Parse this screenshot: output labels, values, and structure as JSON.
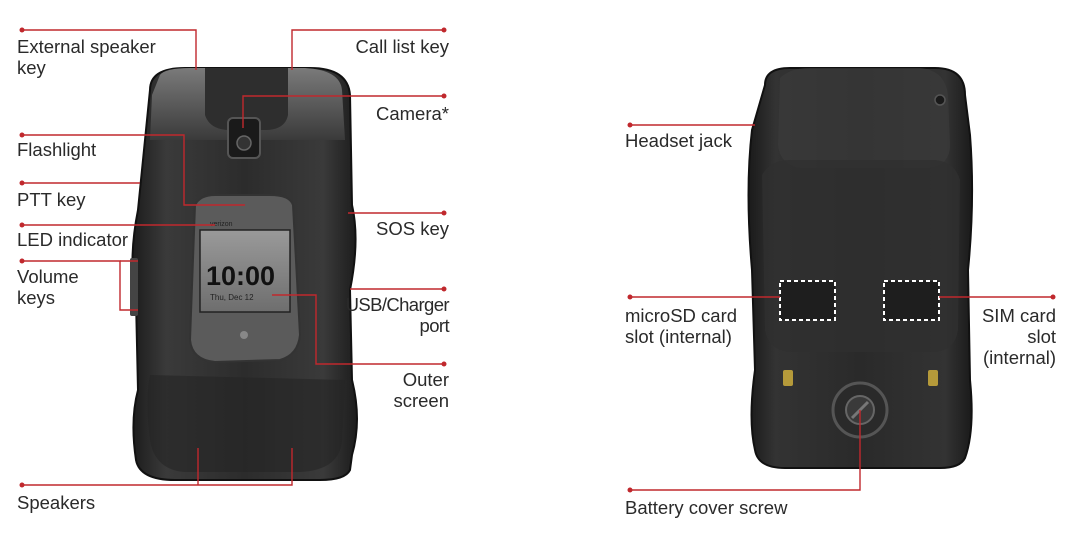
{
  "front_labels": {
    "external_speaker_key": [
      "External speaker",
      "key"
    ],
    "call_list_key": [
      "Call list key"
    ],
    "camera": [
      "Camera*"
    ],
    "flashlight": [
      "Flashlight"
    ],
    "ptt_key": [
      "PTT key"
    ],
    "led_indicator": [
      "LED indicator"
    ],
    "volume_keys": [
      "Volume",
      "keys"
    ],
    "sos_key": [
      "SOS key"
    ],
    "usb_charger_port": [
      "USB/Charger",
      "port"
    ],
    "outer_screen": [
      "Outer",
      "screen"
    ],
    "speakers": [
      "Speakers"
    ]
  },
  "back_labels": {
    "headset_jack": [
      "Headset jack"
    ],
    "microsd_card_slot": [
      "microSD card",
      "slot (internal)"
    ],
    "sim_card_slot": [
      "SIM card",
      "slot",
      "(internal)"
    ],
    "battery_cover_screw": [
      "Battery cover screw"
    ]
  },
  "outer_screen_content": {
    "brand": "verizon",
    "time": "10:00",
    "date": "Thu, Dec 12"
  },
  "colors": {
    "leader_line": "#c0282d",
    "label_text": "#2a2a2a",
    "phone_body": "#2b2b2b"
  }
}
